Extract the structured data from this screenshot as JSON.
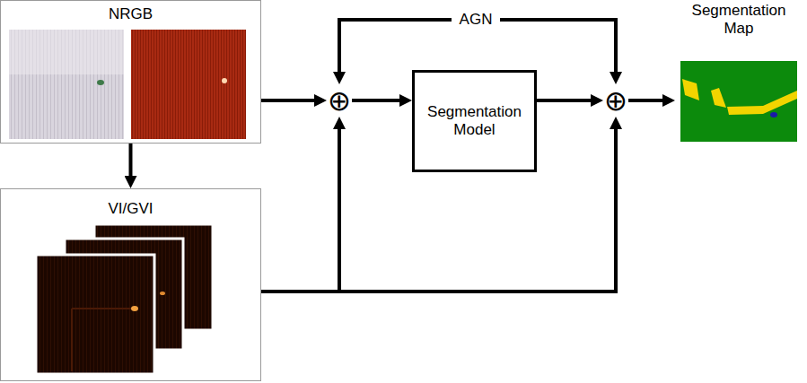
{
  "diagram": {
    "nodes": [
      {
        "text": [
          "NRGB"
        ]
      },
      {
        "text": [
          "VI/GVI"
        ]
      },
      {
        "text": [
          "⊕"
        ]
      },
      {
        "text": [
          "Segmentation Model"
        ]
      },
      {
        "text": [
          "⊕"
        ]
      },
      {
        "text": [
          "Segmentation Map"
        ]
      }
    ],
    "edges": [
      {
        "from": 0,
        "to": 2,
        "arrow": "to"
      },
      {
        "from": 0,
        "to": 1,
        "arrow": "to"
      },
      {
        "from": 1,
        "to": 2,
        "arrow": "to"
      },
      {
        "from": 1,
        "to": 4,
        "arrow": "to"
      },
      {
        "from": 2,
        "to": 3,
        "arrow": "to"
      },
      {
        "from": 3,
        "to": 4,
        "arrow": "to"
      },
      {
        "from": 4,
        "to": 5,
        "arrow": "to"
      }
    ],
    "labels": [
      "AGN"
    ]
  }
}
